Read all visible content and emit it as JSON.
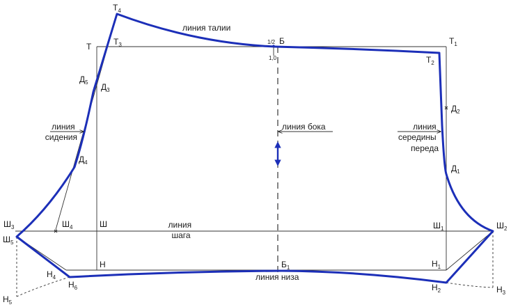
{
  "colors": {
    "pattern_line": "#1c2fb8",
    "construction_line": "#333333",
    "text": "#1a1a1a"
  },
  "points": {
    "T": {
      "base": "Т",
      "sub": ""
    },
    "T1": {
      "base": "Т",
      "sub": "1"
    },
    "T2": {
      "base": "Т",
      "sub": "2"
    },
    "T3": {
      "base": "Т",
      "sub": "3"
    },
    "T4": {
      "base": "Т",
      "sub": "4"
    },
    "B": {
      "base": "Б",
      "sub": ""
    },
    "B1": {
      "base": "Б",
      "sub": "1"
    },
    "D1": {
      "base": "Д",
      "sub": "1"
    },
    "D2": {
      "base": "Д",
      "sub": "2"
    },
    "D3": {
      "base": "Д",
      "sub": "3"
    },
    "D4": {
      "base": "Д",
      "sub": "4"
    },
    "D5": {
      "base": "Д",
      "sub": "5"
    },
    "Sh": {
      "base": "Ш",
      "sub": ""
    },
    "Sh1": {
      "base": "Ш",
      "sub": "1"
    },
    "Sh2": {
      "base": "Ш",
      "sub": "2"
    },
    "Sh3": {
      "base": "Ш",
      "sub": "3"
    },
    "Sh4": {
      "base": "Ш",
      "sub": "4"
    },
    "Sh5": {
      "base": "Ш",
      "sub": "5"
    },
    "N": {
      "base": "Н",
      "sub": ""
    },
    "N1": {
      "base": "Н",
      "sub": "1"
    },
    "N2": {
      "base": "Н",
      "sub": "2"
    },
    "N3": {
      "base": "Н",
      "sub": "3"
    },
    "N4": {
      "base": "Н",
      "sub": "4"
    },
    "N5": {
      "base": "Н",
      "sub": "5"
    },
    "N6": {
      "base": "Н",
      "sub": "6"
    }
  },
  "captions": {
    "waist_line": "линия талии",
    "seat_line": [
      "линия",
      "сидения"
    ],
    "side_line": "линия бока",
    "front_center_line": [
      "линия",
      "середины",
      "переда"
    ],
    "crotch_line": [
      "линия",
      "шага"
    ],
    "hem_line": "линия низа"
  },
  "measurements": {
    "half": "1/2",
    "one": "1,0"
  }
}
